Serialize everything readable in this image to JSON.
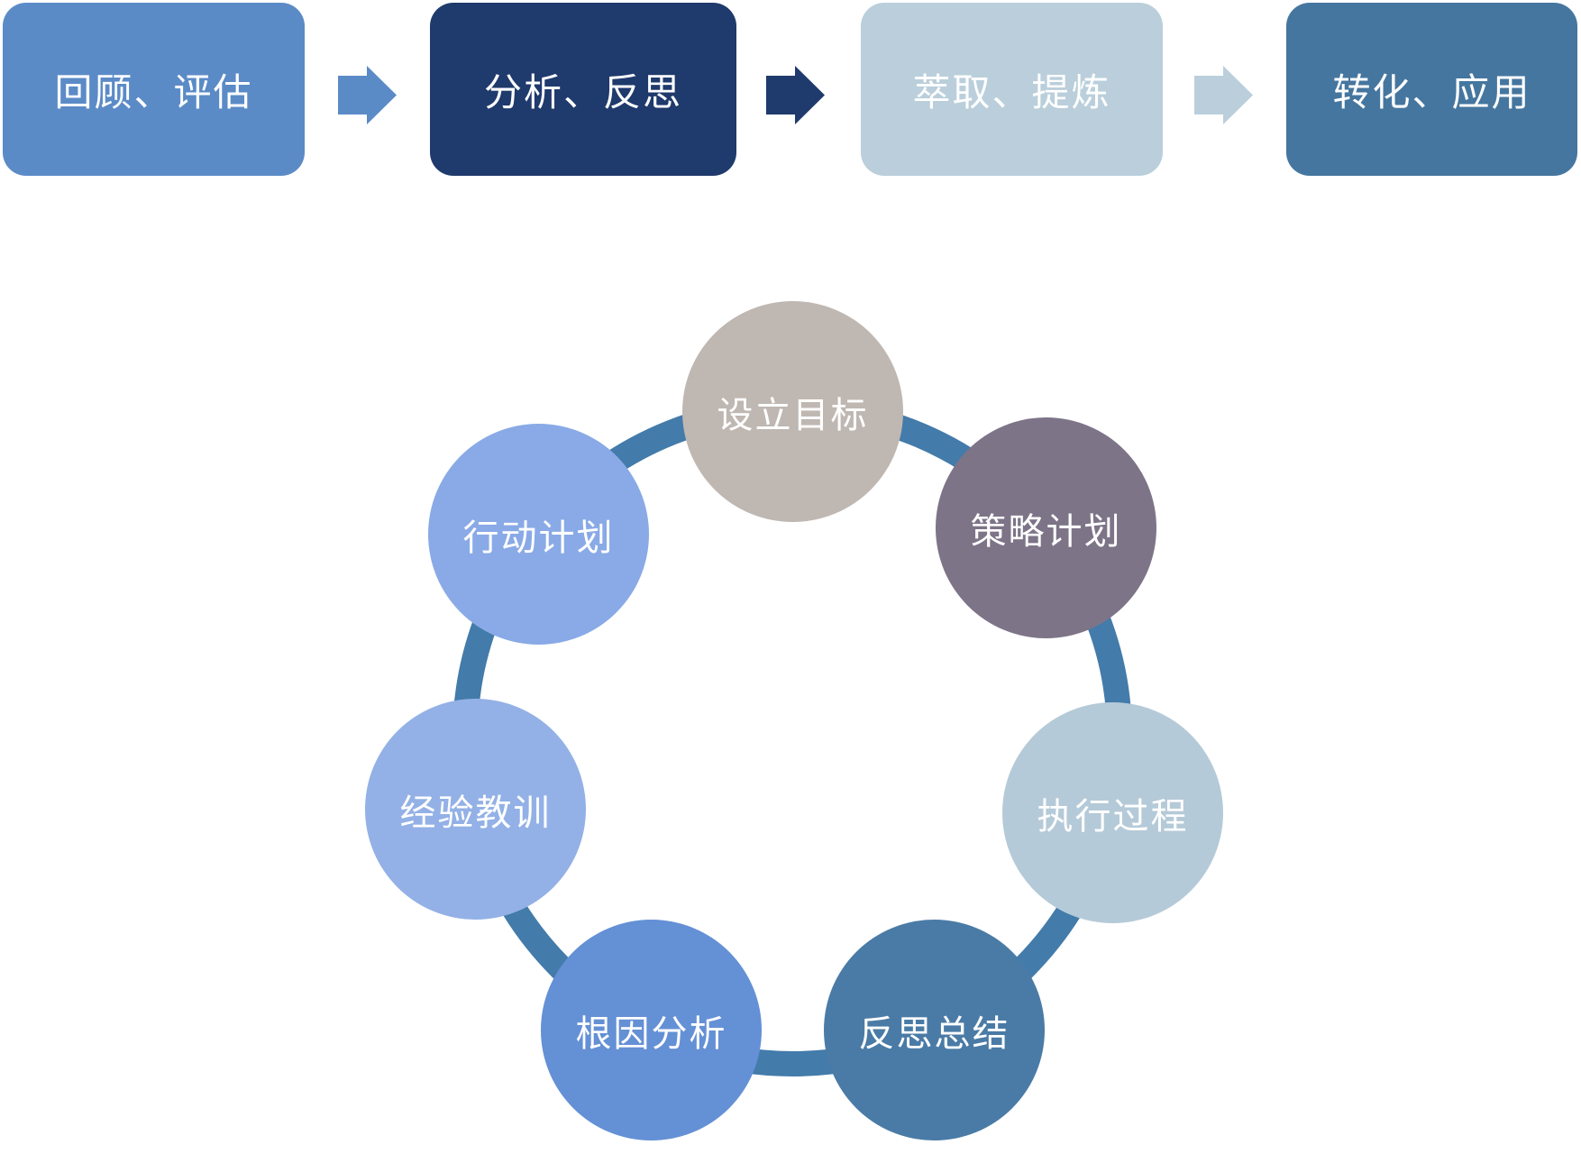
{
  "flow": {
    "steps": [
      {
        "label": "回顾、评估",
        "color": "#5B8BC7"
      },
      {
        "label": "分析、反思",
        "color": "#1F3A6C"
      },
      {
        "label": "萃取、提炼",
        "color": "#BACFDB"
      },
      {
        "label": "转化、应用",
        "color": "#45769F"
      }
    ],
    "arrows": [
      {
        "color": "#5B8BC7"
      },
      {
        "color": "#1F3A6C"
      },
      {
        "color": "#BACFDB"
      }
    ]
  },
  "cycle": {
    "ring_color": "#437BAA",
    "nodes": [
      {
        "label": "设立目标",
        "color": "#BFB7B2"
      },
      {
        "label": "策略计划",
        "color": "#7D7488"
      },
      {
        "label": "执行过程",
        "color": "#B5CAD8"
      },
      {
        "label": "反思总结",
        "color": "#4A7BA6"
      },
      {
        "label": "根因分析",
        "color": "#6490D5"
      },
      {
        "label": "经验教训",
        "color": "#93B1E6"
      },
      {
        "label": "行动计划",
        "color": "#89AAE6"
      }
    ]
  }
}
